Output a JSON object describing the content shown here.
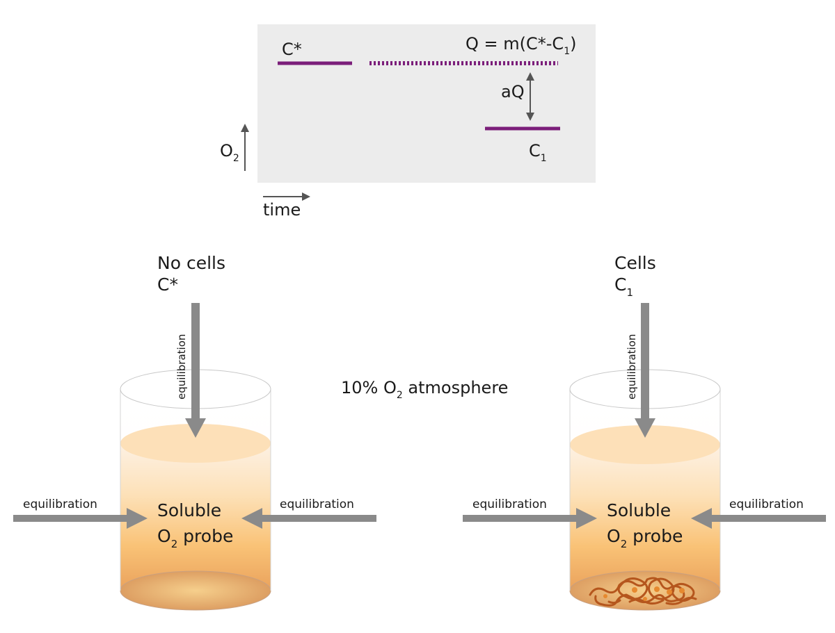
{
  "graph": {
    "c_star_label": "C*",
    "q_label_prefix": "Q = m(C*-C",
    "q_label_sub": "1",
    "q_label_suffix": ")",
    "aq_label": "aQ",
    "c1_label_main": "C",
    "c1_label_sub": "1",
    "y_axis_main": "O",
    "y_axis_sub": "2",
    "x_axis_label": "time",
    "line_color": "#7b1e7a"
  },
  "atmosphere": {
    "prefix": "10% O",
    "sub": "2",
    "suffix": " atmosphere"
  },
  "left_vessel": {
    "title_line1": "No cells",
    "title_line2": "C*",
    "top_arrow_label": "equilibration",
    "left_arrow_label": "equilibration",
    "right_arrow_label": "equilibration",
    "probe_line1": "Soluble",
    "probe_line2_main": "O",
    "probe_line2_sub": "2",
    "probe_line2_suffix": " probe"
  },
  "right_vessel": {
    "title_line1": "Cells",
    "title_line2_main": "C",
    "title_line2_sub": "1",
    "top_arrow_label": "equilibration",
    "left_arrow_label": "equilibration",
    "right_arrow_label": "equilibration",
    "probe_line1": "Soluble",
    "probe_line2_main": "O",
    "probe_line2_sub": "2",
    "probe_line2_suffix": " probe"
  }
}
